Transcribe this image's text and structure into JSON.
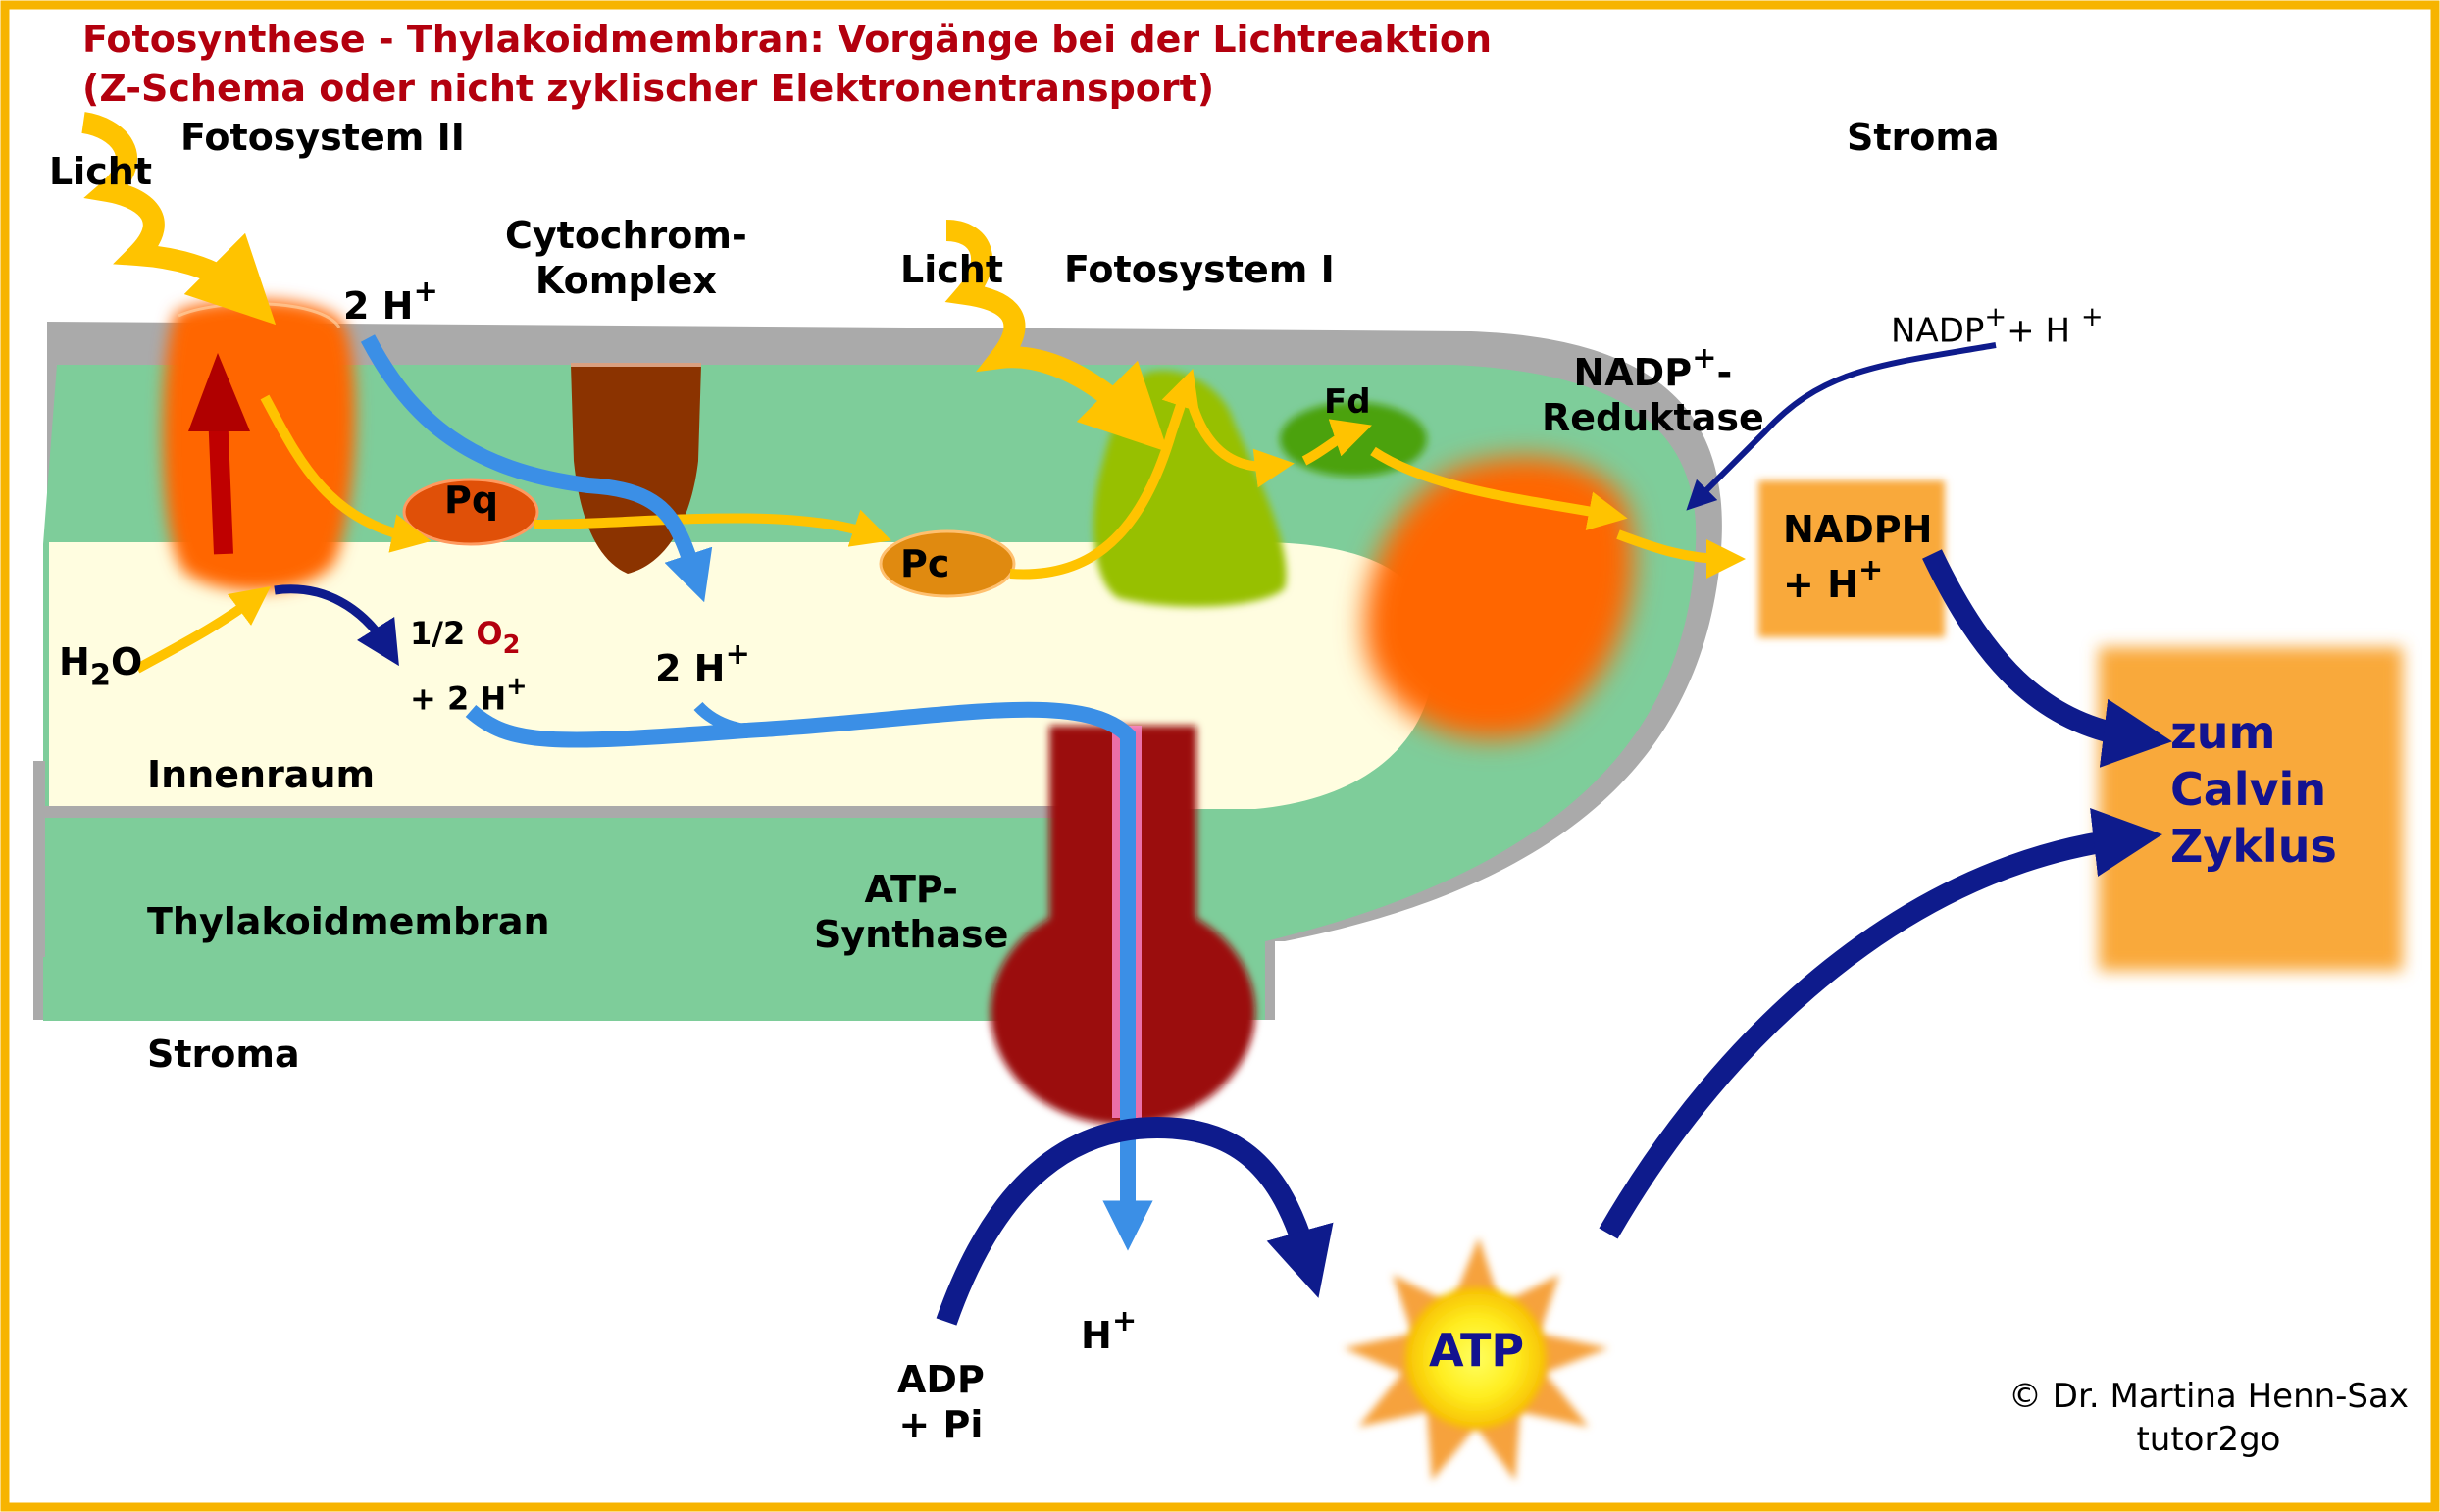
{
  "title": {
    "line1": "Fotosynthese - Thylakoidmembran: Vorgänge bei der Lichtreaktion",
    "line2": "(Z-Schema oder nicht zyklischer Elektronentransport)"
  },
  "labels": {
    "licht1": "Licht",
    "fotosystem2": "Fotosystem II",
    "cytochrom_line1": "Cytochrom-",
    "cytochrom_line2": "Komplex",
    "licht2": "Licht",
    "fotosystem1": "Fotosystem I",
    "stroma_top": "Stroma",
    "pq": "Pq",
    "pc": "Pc",
    "fd": "Fd",
    "nadp_reduktase_top": "NADP",
    "nadp_reduktase_sup": "+",
    "nadp_reduktase_dash": "-",
    "nadp_reduktase_line2": "Reduktase",
    "nadp_plus_h_a": "NADP",
    "nadp_plus_h_sup1": "+",
    "nadp_plus_h_b": "+ H ",
    "nadp_plus_h_sup2": "+",
    "nadph_line1": "NADPH",
    "nadph_line2": "+ H",
    "nadph_sup": "+",
    "zum_calvin": [
      "zum",
      "Calvin",
      "Zyklus"
    ],
    "two_h_top": "2 H",
    "two_h_top_sup": "+",
    "two_h_mid": "2 H",
    "two_h_mid_sup": "+",
    "half_o2_a": "1/2 ",
    "half_o2_o": "O",
    "half_o2_2": "2",
    "plus_2h": "+ 2 H",
    "plus_2h_sup": "+",
    "h2o_h": "H",
    "h2o_2": "2",
    "h2o_o": "O",
    "innenraum": "Innenraum",
    "thylakoidmembran": "Thylakoidmembran",
    "stroma_bottom": "Stroma",
    "atp_synthase_line1": "ATP-",
    "atp_synthase_line2": "Synthase",
    "adp_line1": "ADP",
    "adp_line2": "+ Pi",
    "h_plus": "H",
    "h_plus_sup": "+",
    "atp": "ATP",
    "copyright_line1": "© Dr. Martina Henn-Sax",
    "copyright_line2": "tutor2go"
  },
  "colors": {
    "title": "#b3000e",
    "frame": "#f7b400",
    "membrane_green": "#7ecd9a",
    "lumen": "#fffde0",
    "outer_gray": "#aaaaaa",
    "photosystem_orange": "#ff6600",
    "electron_arrow": "#ffc300",
    "proton_arrow": "#3b8fe6",
    "navy_arrow": "#0e1b8c",
    "atp_synthase": "#9b0a0a",
    "cytochrom": "#8b3300",
    "ps1_green": "#97c000",
    "fd_green": "#4ca20f",
    "nadph_box": "#f9a93b"
  }
}
